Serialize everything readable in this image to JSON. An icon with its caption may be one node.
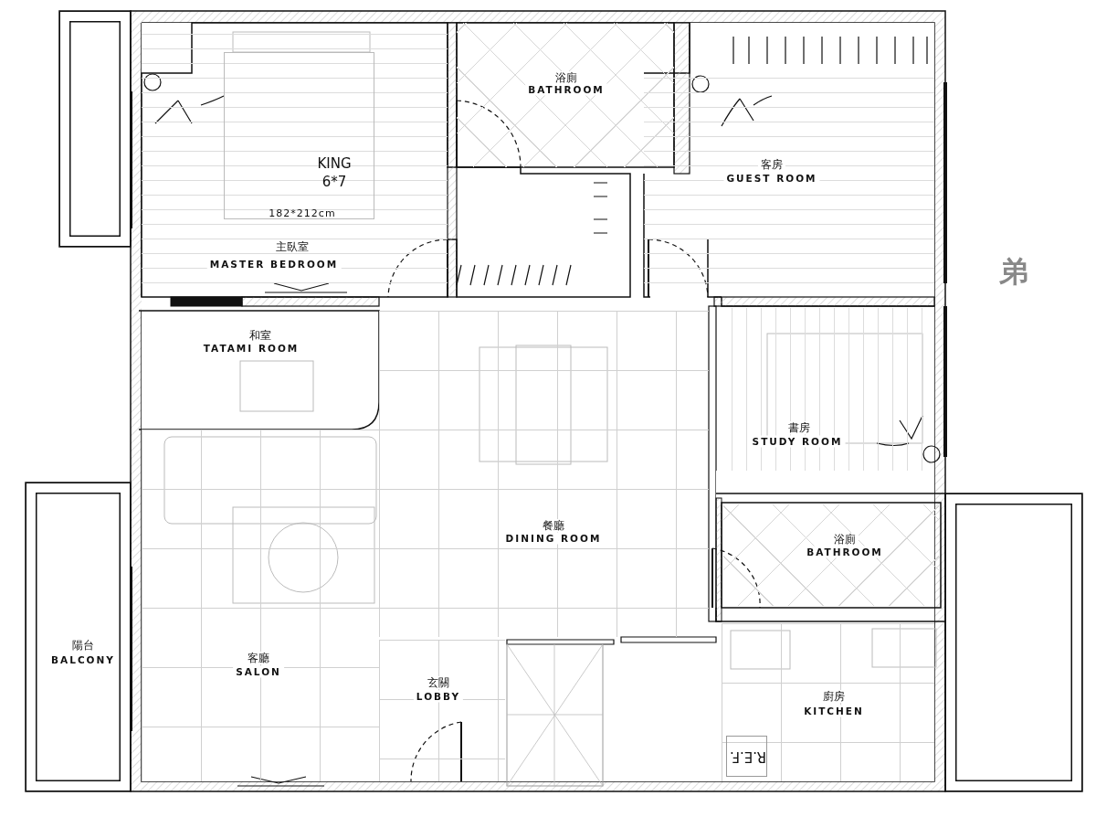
{
  "diagram": {
    "nodes": [
      {
        "text": [
          "主臥室",
          "MASTER BEDROOM"
        ]
      },
      {
        "text": [
          "KING 6*7",
          "182*212cm"
        ],
        "in": 0
      },
      {
        "text": [
          "浴廁",
          "BATHROOM"
        ]
      },
      {
        "text": [
          "客房",
          "GUEST ROOM"
        ]
      },
      {
        "text": [
          "和室",
          "TATAMI ROOM"
        ]
      },
      {
        "text": [
          "書房",
          "STUDY ROOM"
        ]
      },
      {
        "text": [
          "餐廳",
          "DINING ROOM"
        ]
      },
      {
        "text": [
          "浴廁",
          "BATHROOM"
        ]
      },
      {
        "text": [
          "陽台",
          "BALCONY"
        ]
      },
      {
        "text": [
          "客廳",
          "SALON"
        ]
      },
      {
        "text": [
          "玄關",
          "LOBBY"
        ]
      },
      {
        "text": [
          "廚房",
          "KITCHEN"
        ]
      },
      {
        "text": [
          "R.E.F."
        ],
        "in": 11
      },
      {
        "text": [],
        "shape": "box"
      },
      {
        "text": [],
        "shape": "box"
      }
    ],
    "edges": [],
    "labels": [
      "弟"
    ]
  }
}
